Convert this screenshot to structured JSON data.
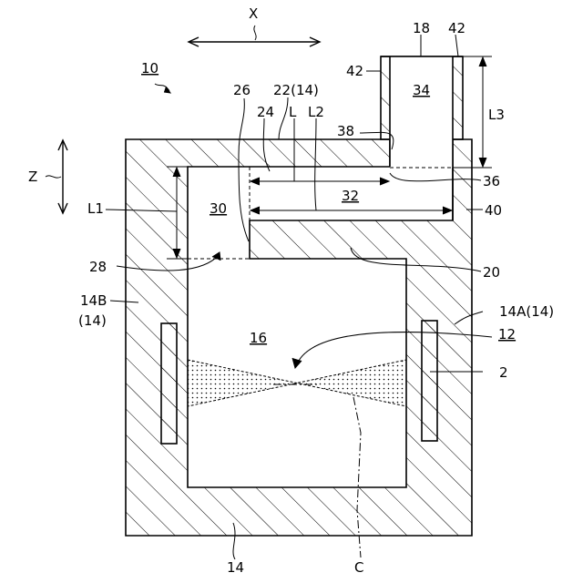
{
  "figure": {
    "labels": {
      "x_dir": "X",
      "z_dir": "Z",
      "ref_10": "10",
      "ref_18": "18",
      "ref_42a": "42",
      "ref_42b": "42",
      "ref_34": "34",
      "ref_26": "26",
      "ref_22": "22(14)",
      "ref_24": "24",
      "ref_L": "L",
      "ref_L2": "L2",
      "ref_L3": "L3",
      "ref_38": "38",
      "ref_L1": "L1",
      "ref_30": "30",
      "ref_32": "32",
      "ref_36": "36",
      "ref_40": "40",
      "ref_28": "28",
      "ref_20": "20",
      "ref_14B": "14B",
      "ref_14B_paren": "(14)",
      "ref_14A": "14A(14)",
      "ref_16": "16",
      "ref_12": "12",
      "ref_2": "2",
      "ref_14": "14",
      "ref_C": "C"
    }
  }
}
